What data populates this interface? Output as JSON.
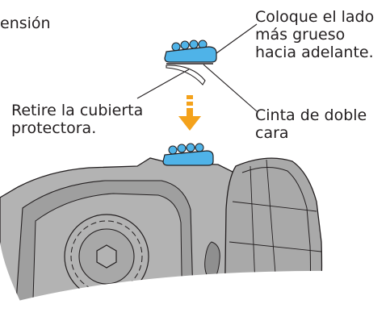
{
  "labels": {
    "tension_fragment": "ensión",
    "thicker_side": [
      "Coloque el lado",
      "más grueso",
      "hacia adelante."
    ],
    "remove_cover": [
      "Retire la cubierta",
      "protectora."
    ],
    "double_tape": [
      "Cinta de doble",
      "cara"
    ]
  },
  "colors": {
    "pad_blue": "#4fb3e8",
    "arrow_orange": "#f4a21b",
    "body_gray": "#b3b3b3",
    "body_dark_gray": "#8f8f8f",
    "outline": "#231f20"
  }
}
